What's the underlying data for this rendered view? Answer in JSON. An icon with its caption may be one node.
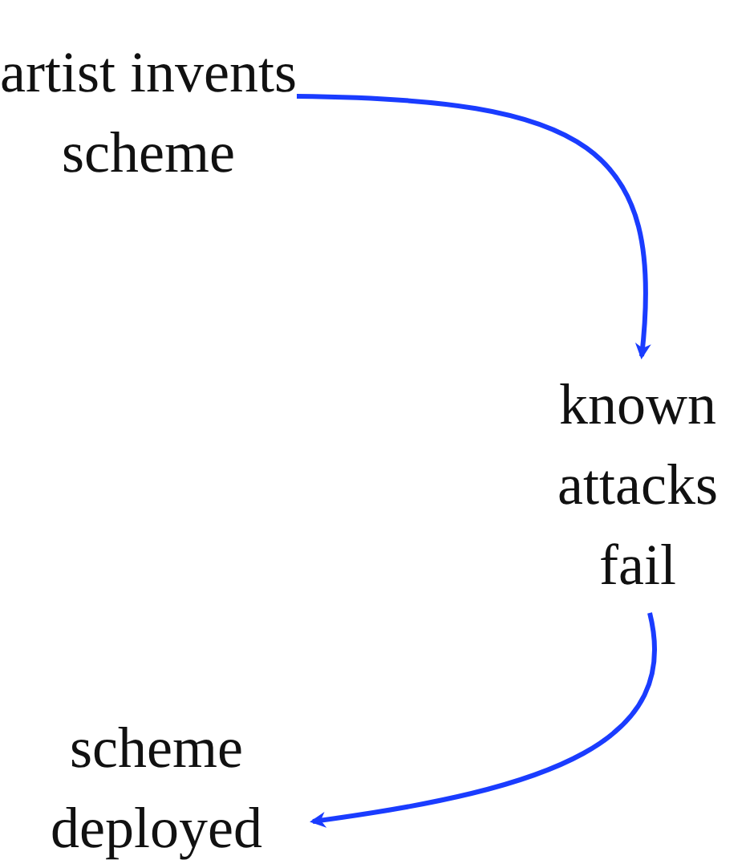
{
  "diagram": {
    "nodes": [
      {
        "text": [
          "artist invents scheme"
        ]
      },
      {
        "text": [
          "known attacks fail"
        ]
      },
      {
        "text": [
          "scheme deployed"
        ]
      }
    ],
    "edges": [
      {
        "from": 0,
        "to": 1,
        "arrow": "to"
      },
      {
        "from": 1,
        "to": 2,
        "arrow": "to"
      }
    ]
  }
}
